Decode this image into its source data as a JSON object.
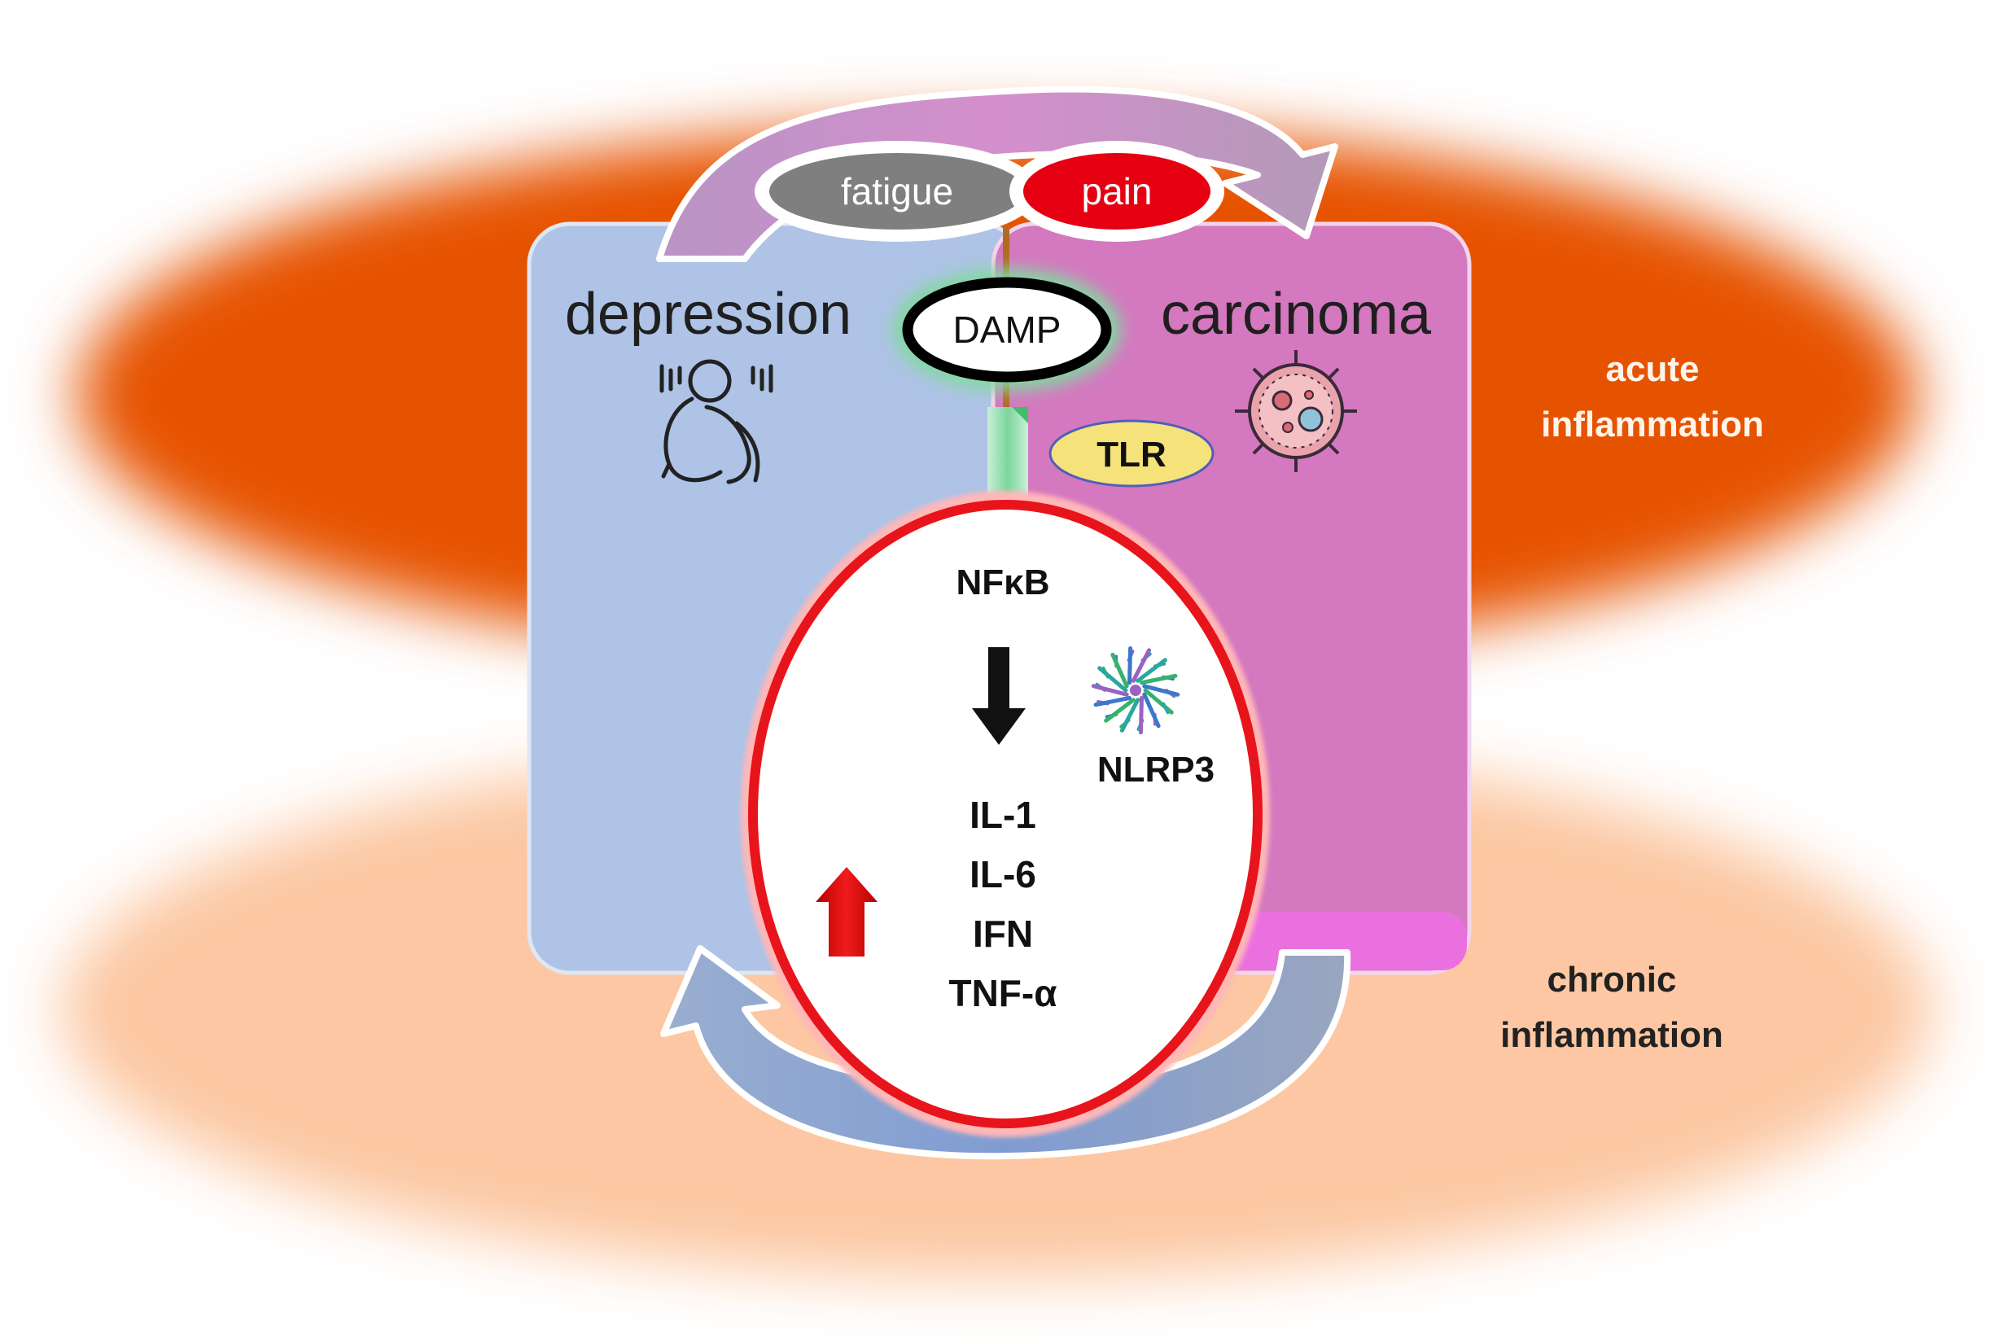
{
  "diagram": {
    "zones": {
      "acute": {
        "line1": "acute",
        "line2": "inflammation",
        "color": "#e65300"
      },
      "chronic": {
        "line1": "chronic",
        "line2": "inflammation",
        "color": "#fcc7a2"
      }
    },
    "panels": {
      "left": {
        "label": "depression",
        "color": "#aec3e6",
        "icon": "depressed-person-icon"
      },
      "right": {
        "label": "carcinoma",
        "color": "#d478bf",
        "icon": "tumor-cell-icon"
      }
    },
    "symptoms": {
      "fatigue": "fatigue",
      "pain": "pain"
    },
    "danger_signal": "DAMP",
    "receptor": "TLR",
    "cell": {
      "transcription_factor": "NFκB",
      "inflammasome": "NLRP3",
      "inflammasome_icon": "inflammasome-icon",
      "cytokines": [
        "IL-1",
        "IL-6",
        "IFN",
        "TNF-α"
      ],
      "increase_icon": "red-up-arrow-icon",
      "pathway_icon": "black-down-arrow-icon"
    },
    "colors": {
      "upper_cycle_arrow": "#c489c6",
      "lower_cycle_arrow": "#8fa4c8",
      "cell_border": "#e8141b",
      "fatigue_fill": "#7f7f7f",
      "pain_fill": "#e60012",
      "tlr_fill": "#f6e27a",
      "damp_glow": "#82d8a0",
      "channel": "#8fdcb0"
    }
  }
}
